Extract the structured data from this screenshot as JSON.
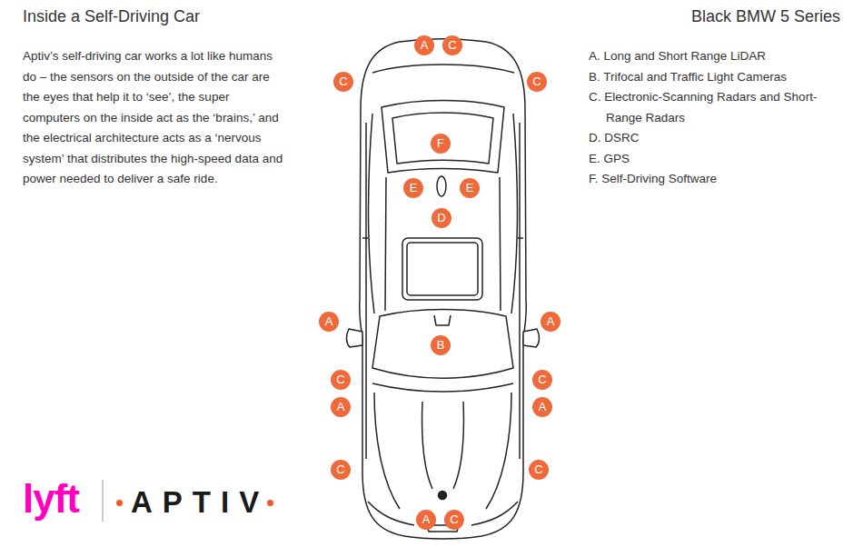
{
  "diagram": {
    "title": "Inside a Self-Driving Car",
    "nodes": [
      {
        "text": [
          "A"
        ]
      },
      {
        "text": [
          "C"
        ]
      },
      {
        "text": [
          "C"
        ]
      },
      {
        "text": [
          "C"
        ]
      },
      {
        "text": [
          "F"
        ]
      },
      {
        "text": [
          "E"
        ]
      },
      {
        "text": [
          "E"
        ]
      },
      {
        "text": [
          "D"
        ]
      },
      {
        "text": [
          "A"
        ]
      },
      {
        "text": [
          "A"
        ]
      },
      {
        "text": [
          "B"
        ]
      },
      {
        "text": [
          "C"
        ]
      },
      {
        "text": [
          "C"
        ]
      },
      {
        "text": [
          "A"
        ]
      },
      {
        "text": [
          "A"
        ]
      },
      {
        "text": [
          "C"
        ]
      },
      {
        "text": [
          "C"
        ]
      },
      {
        "text": [
          "A"
        ]
      },
      {
        "text": [
          "C"
        ]
      }
    ],
    "labels": [
      "Black BMW 5 Series",
      "Aptiv’s self-driving car works a lot like humans do – the sensors on the outside of the car are the eyes that help it to ‘see’, the super computers on the inside act as the ‘brains,’ and the electrical architecture acts as a ‘nervous system’ that distributes the high-speed data and power needed to deliver a safe ride.",
      "A. Long and Short Range LiDAR",
      "B. Trifocal and Traffic Light Cameras",
      "C. Electronic-Scanning Radars and Short-Range Radars",
      "D. DSRC",
      "E. GPS",
      "F. Self-Driving Software",
      "lyft",
      "APTIV"
    ]
  }
}
